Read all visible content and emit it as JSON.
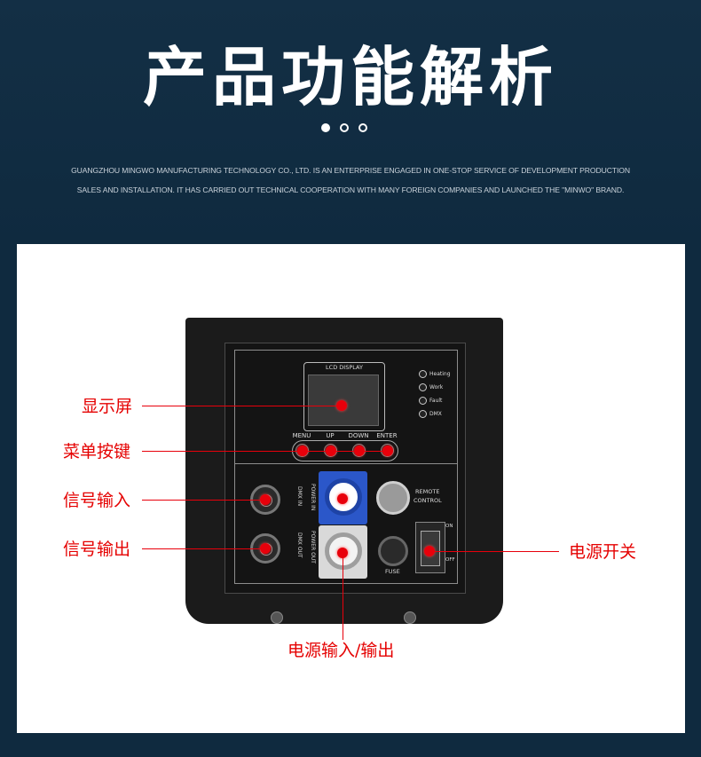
{
  "header": {
    "title": "产品功能解析",
    "pagination": {
      "count": 3,
      "active_index": 0
    },
    "description_lines": [
      "GUANGZHOU MINGWO MANUFACTURING TECHNOLOGY CO., LTD. IS AN ENTERPRISE ENGAGED IN ONE-STOP SERVICE OF DEVELOPMENT PRODUCTION",
      "SALES AND INSTALLATION. IT HAS CARRIED OUT TECHNICAL  COOPERATION WITH MANY FOREIGN  COMPANIES AND LAUNCHED THE \"MINWO\" BRAND."
    ]
  },
  "device": {
    "lcd_label": "LCD DISPLAY",
    "indicators": [
      "Heating",
      "Work",
      "Fault",
      "DMX"
    ],
    "buttons": [
      "MENU",
      "UP",
      "DOWN",
      "ENTER"
    ],
    "dmx_in": "DMX IN",
    "dmx_out": "DMX OUT",
    "power_in": "POWER IN",
    "power_out": "POWER OUT",
    "remote_line1": "REMOTE",
    "remote_line2": "CONTROL",
    "fuse": "FUSE",
    "switch_on": "ON",
    "switch_off": "OFF"
  },
  "callouts": {
    "display": "显示屏",
    "menu_keys": "菜单按键",
    "signal_in": "信号输入",
    "signal_out": "信号输出",
    "power_switch": "电源开关",
    "power_io": "电源输入/输出"
  },
  "colors": {
    "background": "#0f2a3f",
    "panel": "#ffffff",
    "accent_red": "#e8000b",
    "powercon_blue": "#2b57c9"
  }
}
